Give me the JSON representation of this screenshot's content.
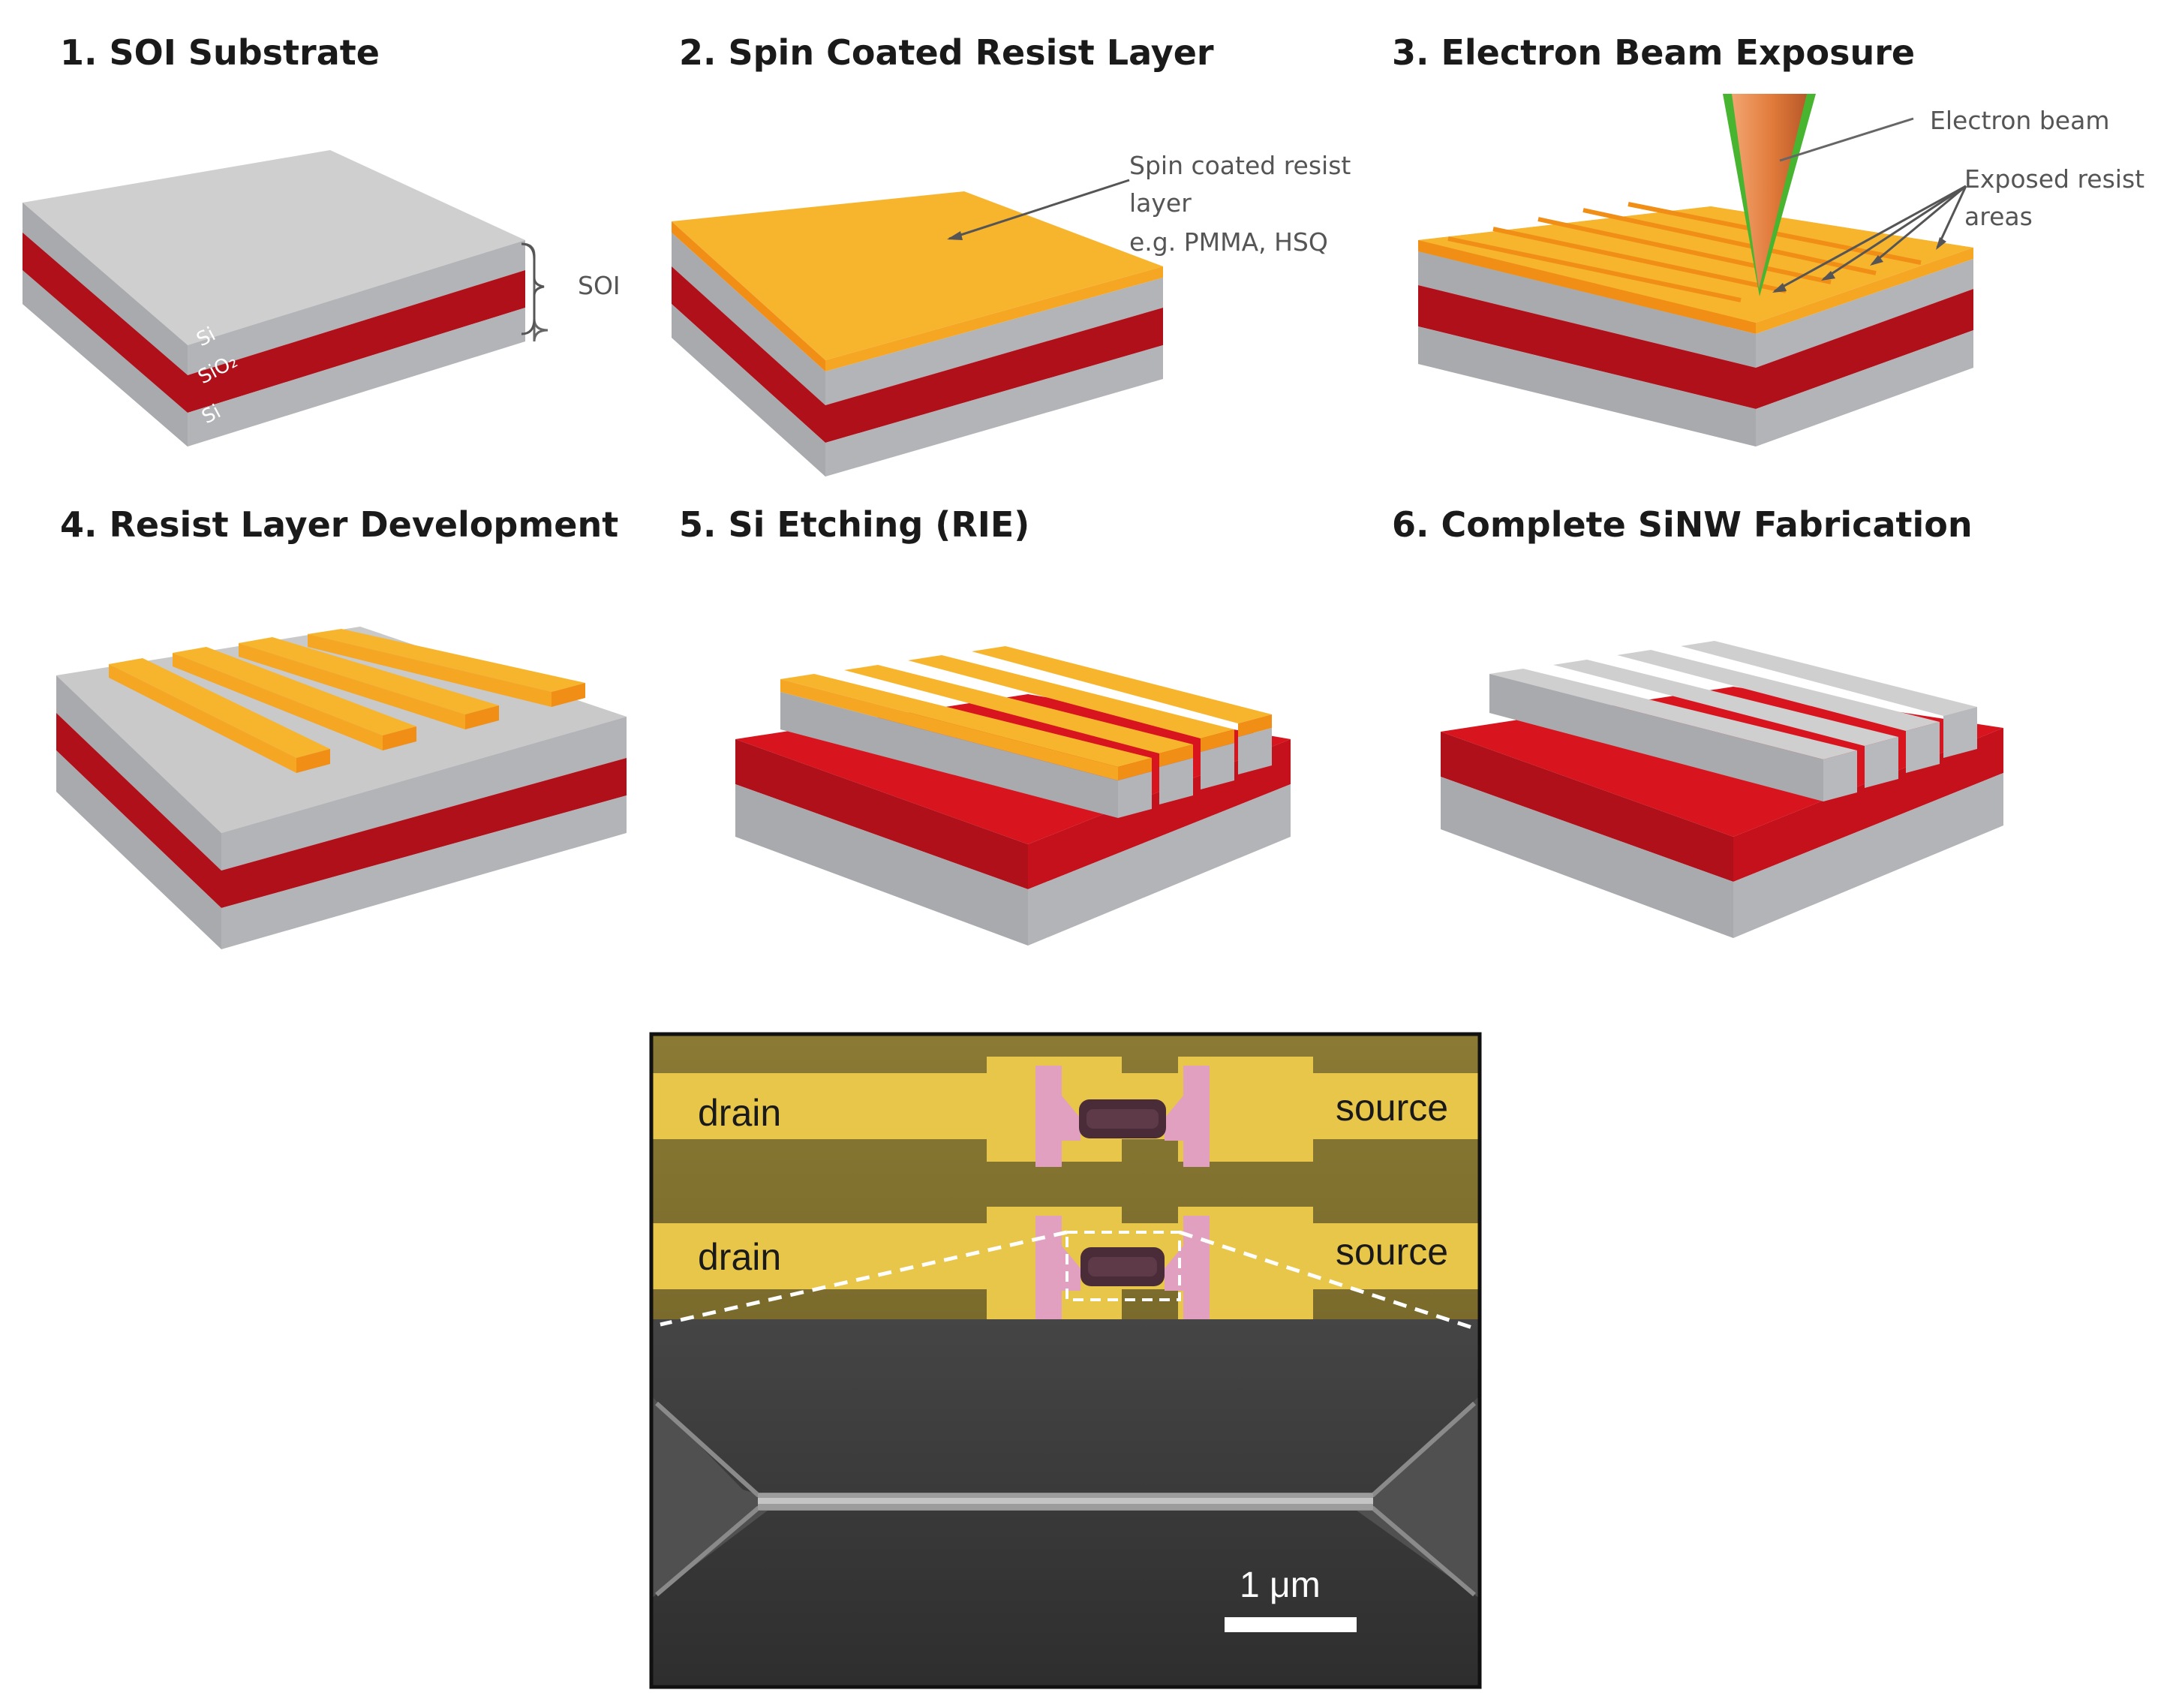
{
  "steps": [
    {
      "title": "1. SOI Substrate"
    },
    {
      "title": "2. Spin Coated Resist Layer"
    },
    {
      "title": "3. Electron Beam Exposure"
    },
    {
      "title": "4. Resist Layer Development"
    },
    {
      "title": "5. Si Etching (RIE)"
    },
    {
      "title": "6. Complete SiNW Fabrication"
    }
  ],
  "annotations": {
    "soi": "SOI",
    "si_top": "Si",
    "sio2": "SiO₂",
    "si_bottom": "Si",
    "resist_line1": "Spin coated resist",
    "resist_line2": "layer",
    "resist_line3": "e.g. PMMA, HSQ",
    "electron_beam": "Electron beam",
    "exposed_line1": "Exposed resist",
    "exposed_line2": "areas"
  },
  "micrograph": {
    "drain_top": "drain",
    "source_top": "source",
    "drain_bottom": "drain",
    "source_bottom": "source",
    "scale_bar": "1 μm"
  },
  "colors": {
    "silicon_top": "#c9c9c9",
    "silicon_side": "#a7a8ab",
    "oxide": "#b0101a",
    "oxide_top": "#d8141e",
    "resist": "#f5ad2a",
    "resist_side": "#f08e16",
    "electrode": "#e8c64a",
    "sem_bg": "#3a3a3a"
  }
}
